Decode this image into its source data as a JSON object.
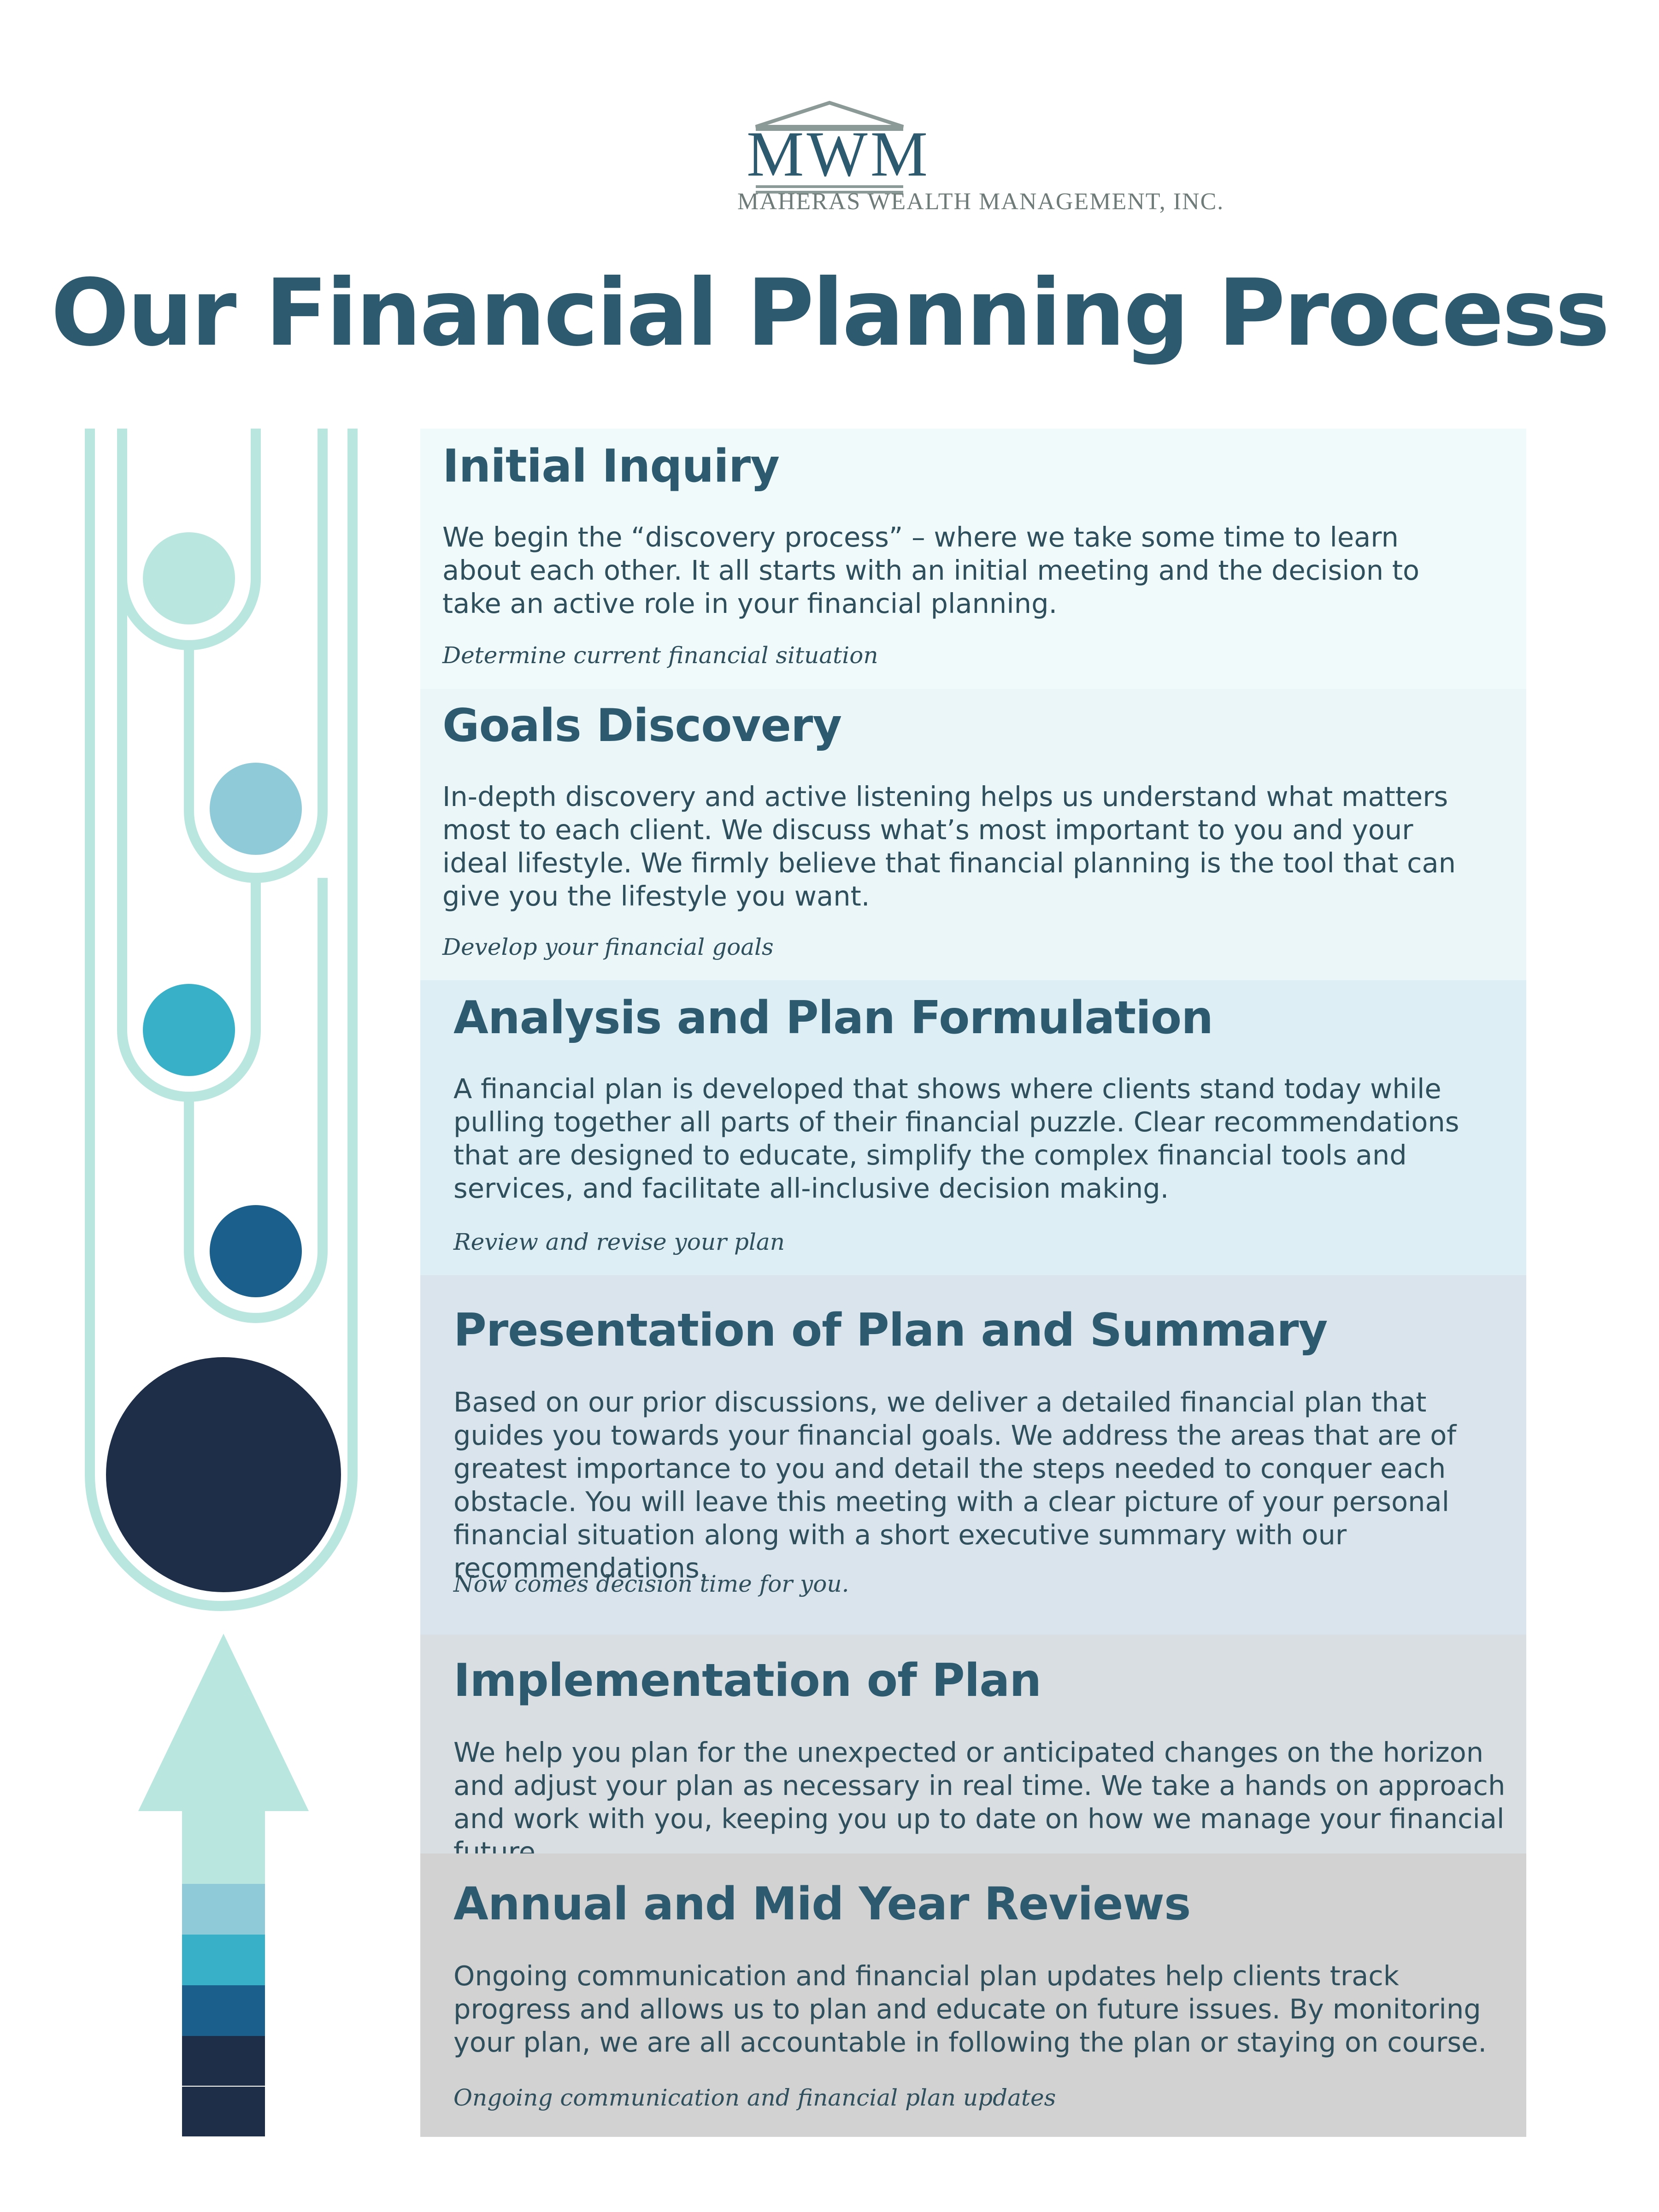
{
  "header": {
    "logo_initials": "MWM",
    "company_name": "MAHERAS WEALTH MANAGEMENT, INC.",
    "title": "Our Financial Planning Process"
  },
  "colors": {
    "title": "#2d5a6e",
    "tube": "#b9e6df",
    "dot1": "#b9e6df",
    "dot2": "#8fcad8",
    "dot3": "#38b0c8",
    "dot4": "#1b5f8c",
    "dot5": "#1e2e48"
  },
  "steps": [
    {
      "title": "Initial Inquiry",
      "body": "We begin the “discovery process” – where we take some time to learn about each other. It all starts with an initial meeting and the decision to take an active role in your financial planning.",
      "note": "Determine current financial situation"
    },
    {
      "title": "Goals Discovery",
      "body": "In-depth discovery and active listening helps us understand what matters most to each client. We discuss what’s most important to you and your ideal lifestyle. We firmly believe that financial planning is the tool that can give you the lifestyle you want.",
      "note": "Develop your financial goals"
    },
    {
      "title": "Analysis and Plan Formulation",
      "body": "A financial plan is developed that shows where clients stand today while pulling together all parts of their financial puzzle. Clear recommendations that are designed to educate, simplify the complex financial tools and services, and facilitate all-inclusive decision making.",
      "note": "Review and revise your plan"
    },
    {
      "title": "Presentation of Plan and Summary",
      "body": "Based on our prior discussions, we deliver a detailed financial plan that guides you towards your financial goals. We address the areas that are of greatest importance to you and detail the steps needed to conquer each obstacle. You will leave this meeting with a clear picture of your personal financial situation along with a short executive summary with our recommendations.",
      "note": "Now comes decision time for you."
    },
    {
      "title": "Implementation of Plan",
      "body": "We help you plan for the unexpected or anticipated changes on the horizon and adjust your plan as necessary in real time. We take a hands on approach and work with you, keeping you up to date on how we manage your financial future.",
      "note": ""
    },
    {
      "title": "Annual and Mid Year Reviews",
      "body": "Ongoing communication and financial plan updates help clients track progress and allows us to plan and educate on future issues. By monitoring your plan, we are all accountable in following the plan or staying on course.",
      "note": "Ongoing communication and financial plan updates"
    }
  ]
}
